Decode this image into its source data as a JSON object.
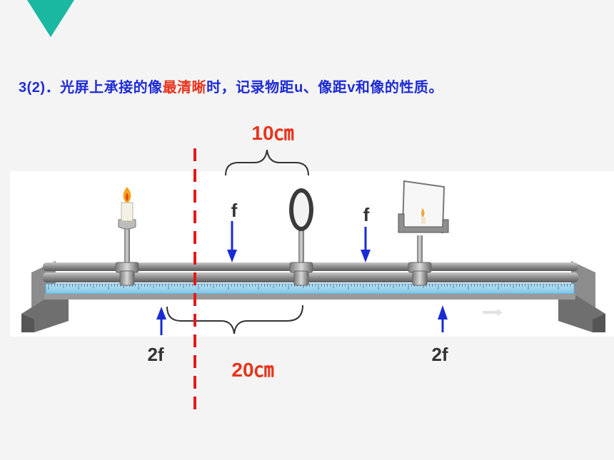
{
  "title": {
    "prefix": "3(2)．光屏上承接的像",
    "highlight": "最清晰",
    "suffix": "时，记录物距u、像距v和像的性质。"
  },
  "labels": {
    "dist_top": "10㎝",
    "dist_bottom": "20㎝",
    "f_left": "f",
    "f_right": "f",
    "two_f_left": "2f",
    "two_f_right": "2f"
  },
  "colors": {
    "accent_triangle": "#1ab8a0",
    "title": "#1e2bd6",
    "highlight": "#e8341c",
    "arrow": "#1a2bd4",
    "dashed_line": "#e21b1b",
    "label": "#333333"
  }
}
